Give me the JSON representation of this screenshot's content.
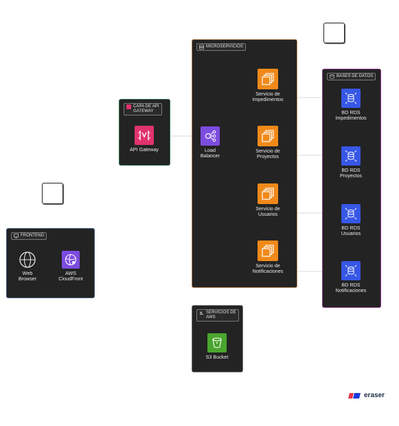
{
  "groups": {
    "frontend": "FRONTEND",
    "api_gateway": "CAPA DE API\nGATEWAY",
    "microservices": "MICROSERVICIOS",
    "databases": "BASES DE DATOS",
    "aws_services": "SERVICIOS DE\nAWS"
  },
  "nodes": {
    "web_browser": "Web\nBrowser",
    "cloudfront": "AWS\nCloudFront",
    "api_gateway": "API Gateway",
    "load_balancer": "Load\nBalancer",
    "svc_impedimentos": "Servicio de\nImpedimentos",
    "svc_proyectos": "Servicio de\nProyectos",
    "svc_usuarios": "Servicio de\nUsuarios",
    "svc_notificaciones": "Servicio de\nNotificaciones",
    "db_impedimentos": "BD RDS\nImpedimentos",
    "db_proyectos": "BD RDS\nProyectos",
    "db_usuarios": "BD RDS\nUsuarios",
    "db_notificaciones": "BD RDS\nNotificaciones",
    "s3_bucket": "S3 Bucket"
  },
  "brand": "eraser",
  "colors": {
    "group_bg": "#232323",
    "frontend_border": "#3a5a80",
    "api_border": "#2e6e4a",
    "micro_border": "#b8865a",
    "db_border": "#8a3a8a",
    "aws_border": "#777777",
    "api_gateway_tile": "#e0336e",
    "load_balancer_tile": "#7d4ce0",
    "compute_tile": "#f0891a",
    "database_tile": "#3757e6",
    "storage_tile": "#4aa52e",
    "edge_color": "#d9d9d9",
    "brand_blue": "#1a3ad8",
    "brand_red": "#e8344a"
  },
  "icons": [
    "monitor-icon",
    "globe-icon",
    "cloudfront-icon",
    "api-gateway-icon",
    "load-balancer-icon",
    "ec2-instances-icon",
    "rds-database-icon",
    "s3-bucket-icon",
    "eraser-logo"
  ]
}
